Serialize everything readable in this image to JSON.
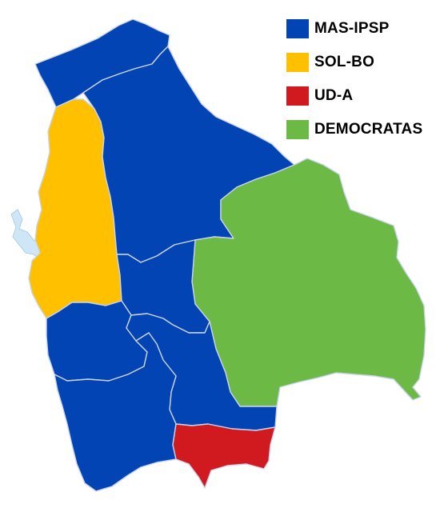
{
  "colors": {
    "mas_ipsp": "#0344b5",
    "sol_bo": "#ffc000",
    "ud_a": "#d11a20",
    "democratas": "#6cba45",
    "lake": "#cfe6f7",
    "border": "#c9d3ea"
  },
  "legend": {
    "items": [
      {
        "label": "MAS-IPSP",
        "color": "#0344b5"
      },
      {
        "label": "SOL-BO",
        "color": "#ffc000"
      },
      {
        "label": "UD-A",
        "color": "#d11a20"
      },
      {
        "label": "DEMOCRATAS",
        "color": "#6cba45"
      }
    ]
  },
  "regions": [
    {
      "winner": "MAS-IPSP"
    },
    {
      "winner": "SOL-BO"
    },
    {
      "winner": "MAS-IPSP"
    },
    {
      "winner": "DEMOCRATAS"
    },
    {
      "winner": "MAS-IPSP"
    },
    {
      "winner": "MAS-IPSP"
    },
    {
      "winner": "MAS-IPSP"
    },
    {
      "winner": "MAS-IPSP"
    },
    {
      "winner": "UD-A"
    }
  ],
  "features": {
    "lake_icon": "lake-shape"
  }
}
